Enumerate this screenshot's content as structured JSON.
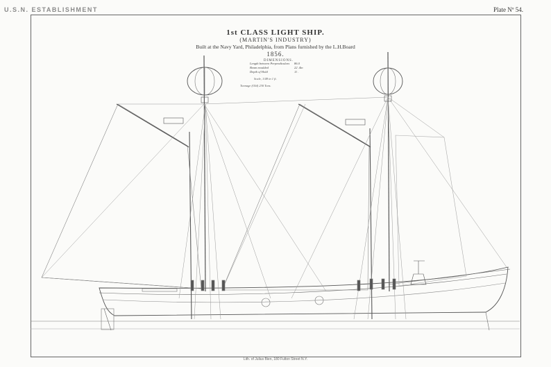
{
  "header": {
    "left_text": "U.S.N. ESTABLISHMENT",
    "plate": "Plate Nº 54."
  },
  "title": {
    "main": "1st CLASS LIGHT SHIP.",
    "name": "(MARTIN'S INDUSTRY)",
    "built": "Built at the Navy Yard, Philadelphia, from Plans furnished by the L.H.Board",
    "year": "1856."
  },
  "dimensions": {
    "heading": "DIMENSIONS.",
    "rows": [
      {
        "label": "Length between Perpendiculars",
        "value": "86.0"
      },
      {
        "label": "Beam moulded",
        "value": "22 .4in"
      },
      {
        "label": "Depth of Hold",
        "value": "11 ."
      }
    ]
  },
  "scale_text": "Scale, 1/48 in 1 ft.",
  "note_text": "Tonnage (Old) 230 Tons.",
  "credit": "Lith. of Julius Bien, 180 Fulton Street N.Y.",
  "colors": {
    "ink": "#5a5a5a",
    "paper": "#fbfbf9"
  }
}
